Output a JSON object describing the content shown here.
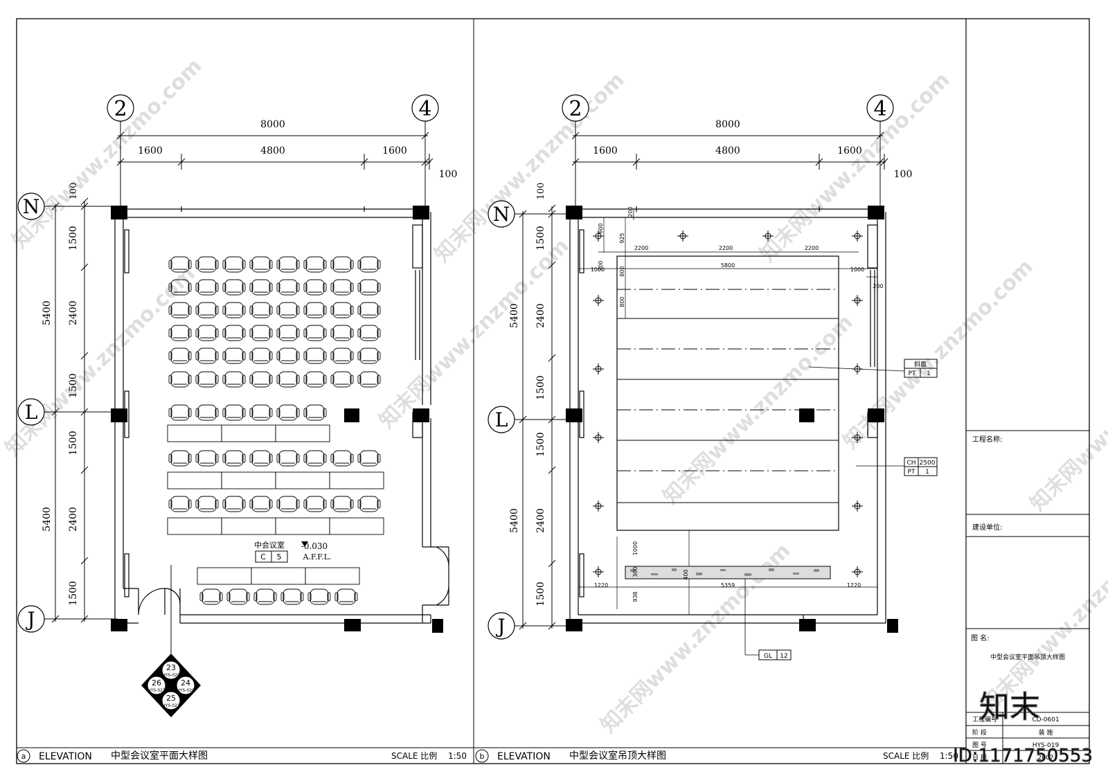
{
  "left_plan": {
    "grid_top": [
      "2",
      "4"
    ],
    "grid_side": [
      "N",
      "L",
      "J"
    ],
    "dim_total": "8000",
    "dim_parts": [
      "1600",
      "4800",
      "1600"
    ],
    "dim_extra": "100",
    "dim_side_left": [
      "5400",
      "5400"
    ],
    "dim_side_right": [
      "1500",
      "2400",
      "1500",
      "1500",
      "2400",
      "1500"
    ],
    "dim_side_top": "100",
    "room_label": "中会议室",
    "room_tag": [
      "C",
      "5"
    ],
    "level": "-0.030",
    "level_note": "A.F.F.L.",
    "index_marks": [
      "23",
      "HYS-020",
      "26",
      "HYS-021",
      "24",
      "HYS-020",
      "25",
      "HYS-021"
    ]
  },
  "right_plan": {
    "grid_top": [
      "2",
      "4"
    ],
    "grid_side": [
      "N",
      "L",
      "J"
    ],
    "dim_total": "8000",
    "dim_parts": [
      "1600",
      "4800",
      "1600"
    ],
    "dim_extra": "100",
    "dim_side_left": [
      "5400",
      "5400"
    ],
    "dim_side_right": [
      "1500",
      "2400",
      "1500",
      "1500",
      "2400",
      "1500"
    ],
    "dim_side_top": "100",
    "inner_dims": {
      "top_row": [
        "2200",
        "2200",
        "2200"
      ],
      "width_5800": "5800",
      "side_1000_l": "1000",
      "side_1000_r": "1000",
      "v_600": "600",
      "v_925": "925",
      "v_700": "700",
      "v_800a": "800",
      "v_800b": "800",
      "v_200": "200",
      "v_200b": "200",
      "v_1000": "1000",
      "v_300": "300",
      "v_938": "938",
      "v_400": "400",
      "bot_1220l": "1220",
      "bot_5359": "5359",
      "bot_1220r": "1220"
    },
    "tag_slope": {
      "label": "斜面",
      "code": "PT",
      "num": "1"
    },
    "tag_ch": {
      "code1": "CH",
      "val1": "2500",
      "code2": "PT",
      "val2": "1"
    },
    "tag_gl": {
      "code": "GL",
      "num": "12"
    }
  },
  "footer_left": {
    "marker": "a",
    "elevation": "ELEVATION",
    "title": "中型会议室平面大样图",
    "scale": "SCALE 比例",
    "scale_val": "1:50"
  },
  "footer_right": {
    "marker": "b",
    "elevation": "ELEVATION",
    "title": "中型会议室吊顶大样图",
    "scale": "SCALE 比例",
    "scale_val": "1:50"
  },
  "title_block": {
    "project_name": "工程名称:",
    "client": "建设单位:",
    "drawing_name_label": "图 名:",
    "drawing_name": "中型会议室平面吊顶大样图",
    "row1_label": "工程编号",
    "row1_val": "CD-0601",
    "row2_label": "阶 段",
    "row2_val": "装 施",
    "row3_label": "图 号",
    "row3_val": "HYS-019",
    "row4_label": "日 期",
    "row4_val": "2007"
  },
  "watermark": {
    "site": "知末网www.znzmo.com",
    "logo": "知末",
    "id": "ID:1171750553"
  }
}
